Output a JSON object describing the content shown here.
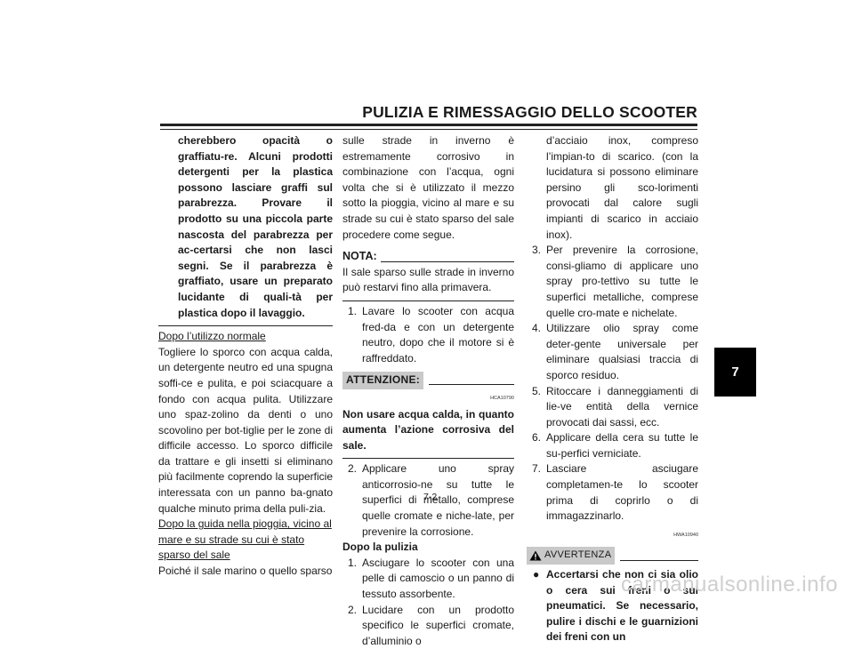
{
  "header": {
    "title": "PULIZIA E RIMESSAGGIO DELLO SCOOTER"
  },
  "col1": {
    "bold_continuation": "cherebbero opacità o graffiatu-re. Alcuni prodotti detergenti per la plastica possono lasciare graffi sul parabrezza. Provare il prodotto su una piccola parte nascosta del parabrezza per ac-certarsi che non lasci segni. Se il parabrezza è graffiato, usare un preparato lucidante di quali-tà per plastica dopo il lavaggio.",
    "heading_normal": "Dopo l’utilizzo normale",
    "para_normal": "Togliere lo sporco con acqua calda, un detergente neutro ed una spugna soffi-ce e pulita, e poi sciacquare a fondo con acqua pulita. Utilizzare uno spaz-zolino da denti o uno scovolino per bot-tiglie per le zone di difficile accesso. Lo sporco difficile da trattare e gli insetti si eliminano più facilmente coprendo la superficie interessata con un panno ba-gnato qualche minuto prima della puli-zia.",
    "heading_rain": "Dopo la guida nella pioggia, vicino al mare e su strade su cui è stato sparso del sale",
    "para_rain": "Poiché il sale marino o quello sparso"
  },
  "col2": {
    "para_cont": "sulle strade in inverno è estremamente corrosivo in combinazione con l’acqua, ogni volta che si è utilizzato il mezzo sotto la pioggia, vicino al mare e su strade su cui è stato sparso del sale procedere come segue.",
    "nota_label": "NOTA:",
    "nota_text": "Il sale sparso sulle strade in inverno può restarvi fino alla primavera.",
    "step1_num": "1.",
    "step1_text": "Lavare lo scooter con acqua fred-da e con un detergente neutro, dopo che il motore si è raffreddato.",
    "attention_label": "ATTENZIONE:",
    "attention_code": "HCA10790",
    "attention_text": "Non usare acqua calda, in quanto aumenta l’azione corrosiva del sale.",
    "step2_num": "2.",
    "step2_text": "Applicare uno spray anticorrosio-ne su tutte le superfici di metallo, comprese quelle cromate e niche-late, per prevenire la corrosione.",
    "heading_after": "Dopo la pulizia",
    "after1_num": "1.",
    "after1_text": "Asciugare lo scooter con una pelle di camoscio o un panno di tessuto assorbente.",
    "after2_num": "2.",
    "after2_text": "Lucidare con un prodotto specifico le superfici cromate, d’alluminio o"
  },
  "col3": {
    "after2_cont": "d’acciaio inox, compreso l’impian-to di scarico. (con la lucidatura si possono eliminare persino gli sco-lorimenti provocati dal calore sugli impianti di scarico in acciaio inox).",
    "items": [
      {
        "num": "3.",
        "text": "Per prevenire la corrosione, consi-gliamo di applicare uno spray pro-tettivo su tutte le superfici metalliche, comprese quelle cro-mate e nichelate."
      },
      {
        "num": "4.",
        "text": "Utilizzare olio spray come deter-gente universale per eliminare qualsiasi traccia di sporco residuo."
      },
      {
        "num": "5.",
        "text": "Ritoccare i danneggiamenti di lie-ve entità della vernice provocati dai sassi, ecc."
      },
      {
        "num": "6.",
        "text": "Applicare della cera su tutte le su-perfici verniciate."
      },
      {
        "num": "7.",
        "text": "Lasciare asciugare completamen-te lo scooter prima di coprirlo o di immagazzinarlo."
      }
    ],
    "warning_code": "HWA10940",
    "warning_label": "AVVERTENZA",
    "warning_bullet": "●",
    "warning_text": "Accertarsi che non ci sia olio o cera sui freni o sui pneumatici. Se necessario, pulire i dischi e le guarnizioni dei freni con un"
  },
  "side_tab": "7",
  "page_number": "7-2",
  "watermark": "carmanualsonline.info"
}
